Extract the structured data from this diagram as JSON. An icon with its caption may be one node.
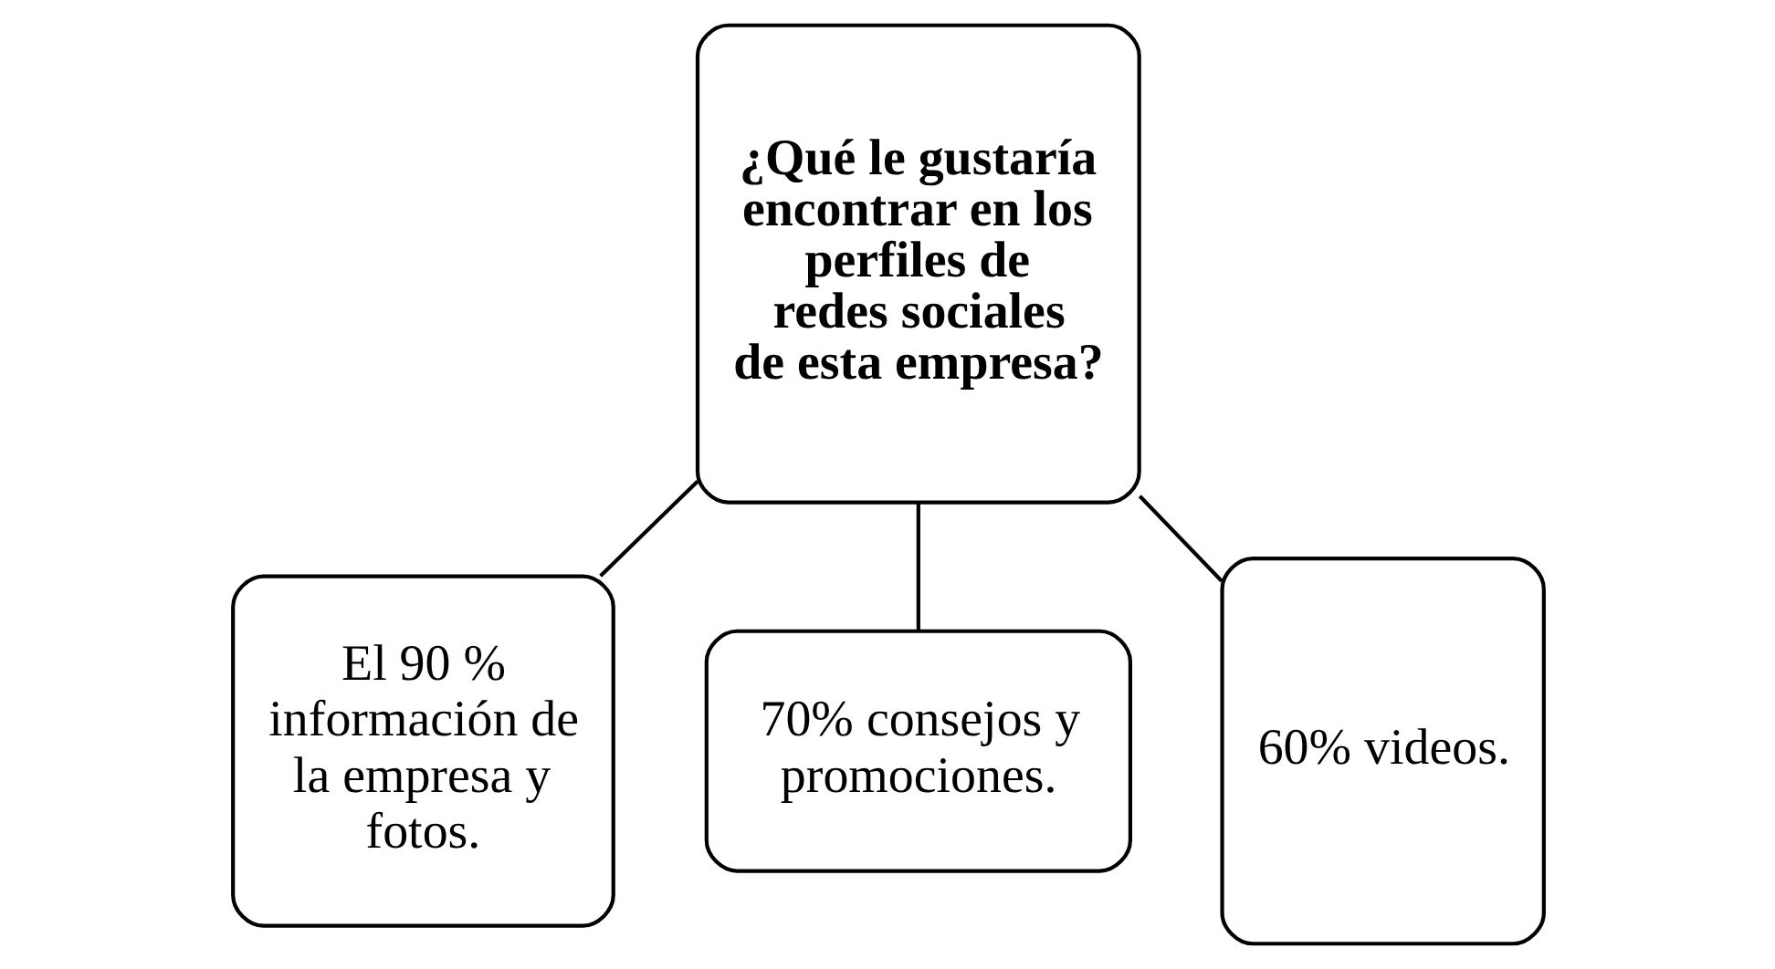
{
  "diagram": {
    "nodes": [
      {
        "text": [
          "¿Qué le gustaría encontrar en los perfiles de redes sociales de esta empresa?"
        ]
      },
      {
        "text": [
          "El 90 % información de la empresa y fotos."
        ]
      },
      {
        "text": [
          "70% consejos y promociones."
        ]
      },
      {
        "text": [
          "60% videos."
        ]
      }
    ],
    "edges": [
      {
        "from": 0,
        "to": 1,
        "arrow": "none"
      },
      {
        "from": 0,
        "to": 2,
        "arrow": "none"
      },
      {
        "from": 0,
        "to": 3,
        "arrow": "none"
      }
    ]
  }
}
